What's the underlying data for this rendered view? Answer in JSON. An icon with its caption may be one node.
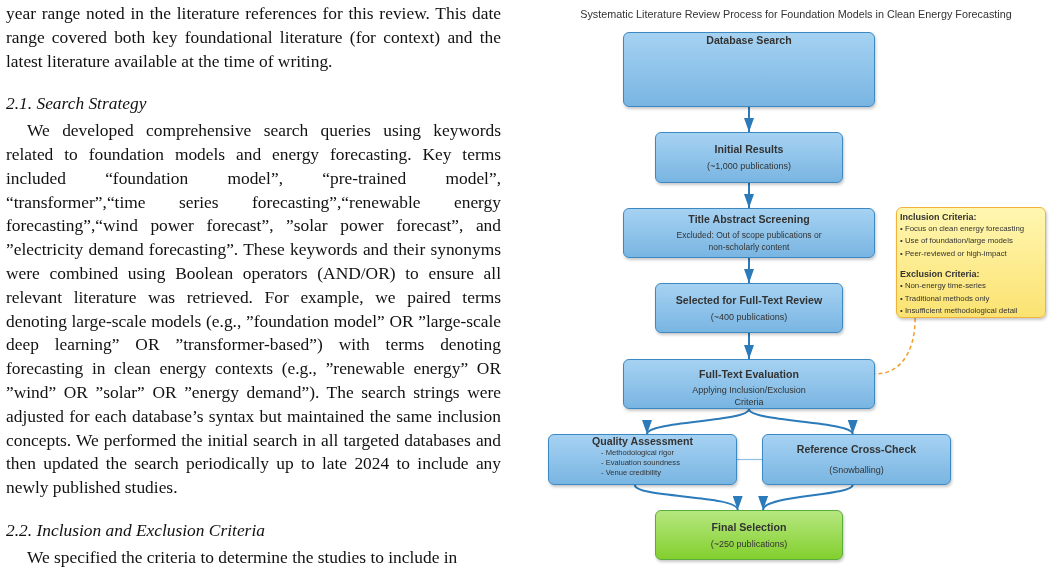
{
  "diagram": {
    "title": "Systematic Literature Review Process for Foundation Models in Clean Energy Forecasting",
    "nodes": [
      {
        "text": [
          "Database Search"
        ]
      },
      {
        "text": [
          "Initial Results",
          "(~1,000 publications)"
        ]
      },
      {
        "text": [
          "Title Abstract Screening",
          "Excluded: Out of scope publications or non-scholarly content"
        ]
      },
      {
        "text": [
          "Inclusion Criteria:",
          "• Focus on clean energy forecasting",
          "• Use of foundation/large models",
          "• Peer-reviewed or high-impact",
          "Exclusion Criteria:",
          "• Non-energy time-series",
          "• Traditional methods only",
          "• Insufficient methodological detail"
        ]
      },
      {
        "text": [
          "Selected for Full-Text Review",
          "(~400 publications)"
        ]
      },
      {
        "text": [
          "Full-Text Evaluation",
          "Applying Inclusion/Exclusion Criteria"
        ]
      },
      {
        "text": [
          "Quality Assessment",
          "- Methodological rigor",
          "- Evaluation soundness",
          "- Venue credibility"
        ]
      },
      {
        "text": [
          "Reference Cross-Check",
          "(Snowballing)"
        ]
      },
      {
        "text": [
          "Final Selection",
          "(~250 publications)"
        ]
      }
    ],
    "edges": [
      {
        "from": 0,
        "to": 1,
        "arrow": "to"
      },
      {
        "from": 1,
        "to": 2,
        "arrow": "to"
      },
      {
        "from": 2,
        "to": 4,
        "arrow": "to"
      },
      {
        "from": 4,
        "to": 5,
        "arrow": "to"
      },
      {
        "from": 5,
        "to": 6,
        "arrow": "to"
      },
      {
        "from": 5,
        "to": 7,
        "arrow": "to"
      },
      {
        "from": 6,
        "to": 7,
        "arrow": "none",
        "color": "#8fc1e3"
      },
      {
        "from": 6,
        "to": 8,
        "arrow": "to"
      },
      {
        "from": 7,
        "to": 8,
        "arrow": "to"
      },
      {
        "from": 3,
        "to": 5,
        "arrow": "none",
        "style": "dashed",
        "color": "#f0a030"
      }
    ],
    "labels": [
      "year range noted in the literature references for this review. This date range covered both key foundational literature (for context) and the latest literature available at the time of writing.",
      "2.1. Search Strategy",
      "We developed comprehensive search queries using keywords related to foundation models and energy forecasting. Key terms included “foundation model”, “pre-trained model”, “transformer”,“time series forecasting”,“renewable energy forecasting”,“wind power forecast”, ”solar power forecast”, and ”electricity demand forecasting”. These keywords and their synonyms were combined using Boolean operators (AND/OR) to ensure all relevant literature was retrieved. For example, we paired terms denoting large-scale models (e.g., ”foundation model” OR ”large-scale deep learning” OR ”transformer-based”) with terms denoting forecasting in clean energy contexts (e.g., ”renewable energy” OR ”wind” OR ”solar” OR ”energy demand”). The search strings were adjusted for each database’s syntax but maintained the same inclusion concepts. We performed the initial search in all targeted databases and then updated the search periodically up to late 2024 to include any newly published studies.",
      "2.2. Inclusion and Exclusion Criteria",
      "We specified the criteria to determine the studies to include in"
    ]
  }
}
